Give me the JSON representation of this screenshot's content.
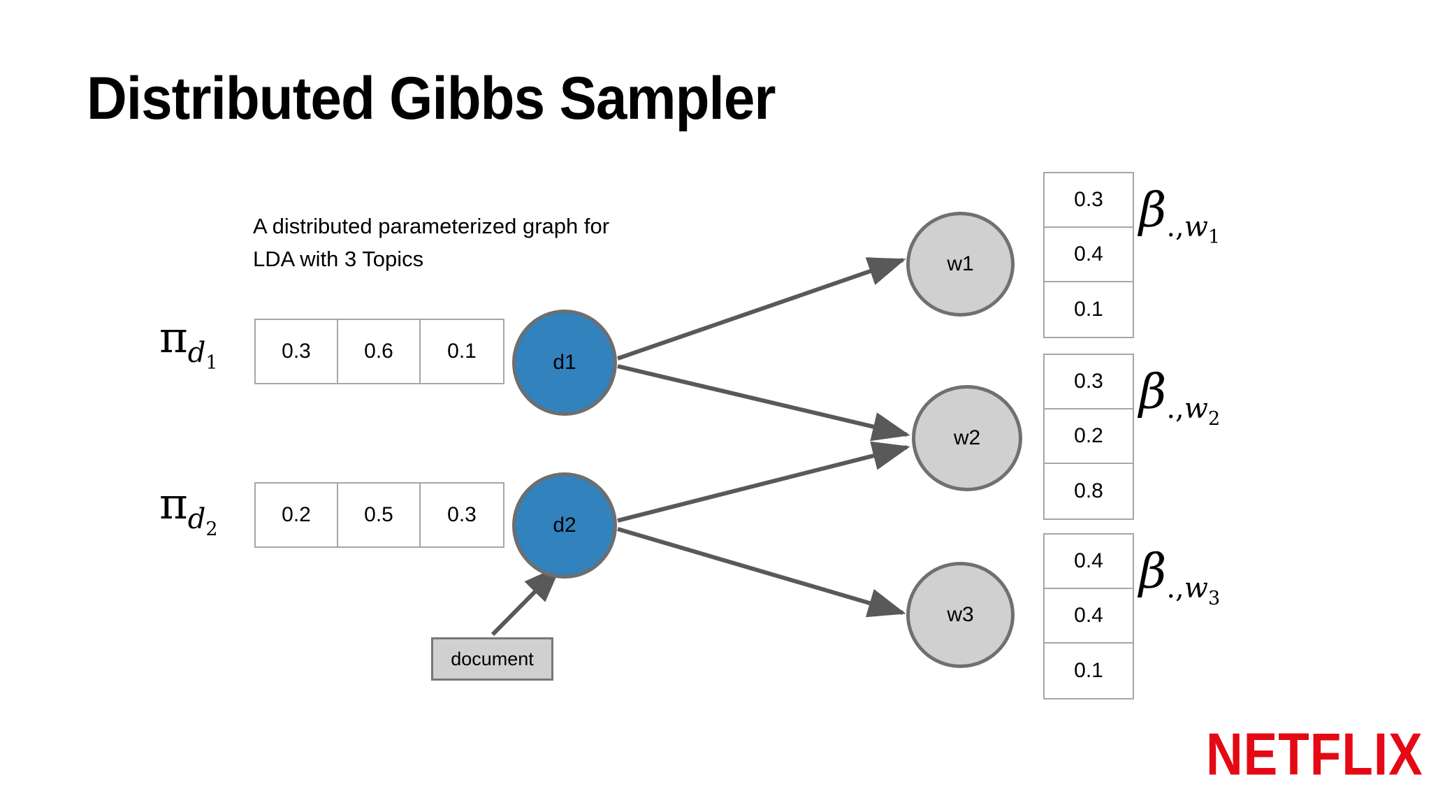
{
  "slide": {
    "title": "Distributed Gibbs Sampler",
    "background_color": "#ffffff",
    "caption_line1": "A distributed parameterized graph for",
    "caption_line2": "LDA with 3 Topics"
  },
  "colors": {
    "doc_node_fill": "#3182bd",
    "doc_node_stroke": "#6e6e6e",
    "word_node_fill": "#d0d0d0",
    "word_node_stroke": "#707070",
    "edge": "#595959",
    "table_border": "#a6a6a6",
    "document_box_fill": "#d0d0d0",
    "brand_red": "#e50914",
    "text": "#000000"
  },
  "diagram": {
    "doc_nodes": [
      {
        "id": "d1",
        "label": "d1"
      },
      {
        "id": "d2",
        "label": "d2"
      }
    ],
    "word_nodes": [
      {
        "id": "w1",
        "label": "w1"
      },
      {
        "id": "w2",
        "label": "w2"
      },
      {
        "id": "w3",
        "label": "w3"
      }
    ],
    "document_box_label": "document",
    "edges": [
      {
        "from": "d1",
        "to": "w1"
      },
      {
        "from": "d1",
        "to": "w2"
      },
      {
        "from": "d2",
        "to": "w2"
      },
      {
        "from": "d2",
        "to": "w3"
      },
      {
        "from": "document",
        "to": "d2"
      }
    ]
  },
  "pi_tables": [
    {
      "name": "pi-d1",
      "symbol": "π",
      "sub": "d",
      "sub2": "1",
      "values": [
        "0.3",
        "0.6",
        "0.1"
      ]
    },
    {
      "name": "pi-d2",
      "symbol": "π",
      "sub": "d",
      "sub2": "2",
      "values": [
        "0.2",
        "0.5",
        "0.3"
      ]
    }
  ],
  "beta_tables": [
    {
      "name": "beta-w1",
      "symbol": "β",
      "dot": ".,",
      "sub": "w",
      "sub2": "1",
      "values": [
        "0.3",
        "0.4",
        "0.1"
      ]
    },
    {
      "name": "beta-w2",
      "symbol": "β",
      "dot": ".,",
      "sub": "w",
      "sub2": "2",
      "values": [
        "0.3",
        "0.2",
        "0.8"
      ]
    },
    {
      "name": "beta-w3",
      "symbol": "β",
      "dot": ".,",
      "sub": "w",
      "sub2": "3",
      "values": [
        "0.4",
        "0.4",
        "0.1"
      ]
    }
  ],
  "brand": {
    "name": "NETFLIX"
  },
  "chart_data": {
    "type": "diagram",
    "title": "Distributed Gibbs Sampler",
    "subtitle": "A distributed parameterized graph for LDA with 3 Topics",
    "num_topics": 3,
    "document_topic_distributions": {
      "d1": [
        0.3,
        0.6,
        0.1
      ],
      "d2": [
        0.2,
        0.5,
        0.3
      ]
    },
    "word_topic_distributions": {
      "w1": [
        0.3,
        0.4,
        0.1
      ],
      "w2": [
        0.3,
        0.2,
        0.8
      ],
      "w3": [
        0.4,
        0.4,
        0.1
      ]
    },
    "edges": [
      [
        "d1",
        "w1"
      ],
      [
        "d1",
        "w2"
      ],
      [
        "d2",
        "w2"
      ],
      [
        "d2",
        "w3"
      ],
      [
        "document",
        "d2"
      ]
    ]
  }
}
